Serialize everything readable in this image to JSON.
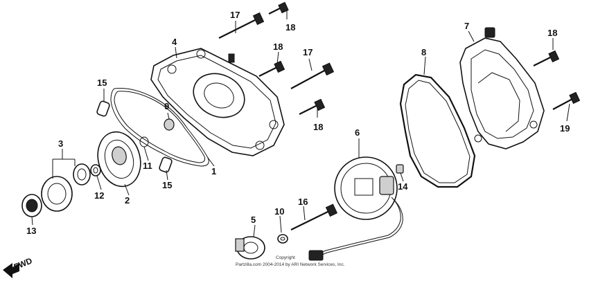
{
  "parts": {
    "p1": "1",
    "p2": "2",
    "p3": "3",
    "p4": "4",
    "p5": "5",
    "p6": "6",
    "p7": "7",
    "p8": "8",
    "p9": "9",
    "p10": "10",
    "p11": "11",
    "p12": "12",
    "p13": "13",
    "p14": "14",
    "p15a": "15",
    "p15b": "15",
    "p16": "16",
    "p17a": "17",
    "p17b": "17",
    "p18a": "18",
    "p18b": "18",
    "p18c": "18",
    "p18d": "18",
    "p19": "19"
  },
  "copyright": {
    "line1": "Copyright",
    "line2": "Partzilla.com 2004-2014 by ARI Network Services, Inc."
  },
  "fwd_label": "FWD"
}
